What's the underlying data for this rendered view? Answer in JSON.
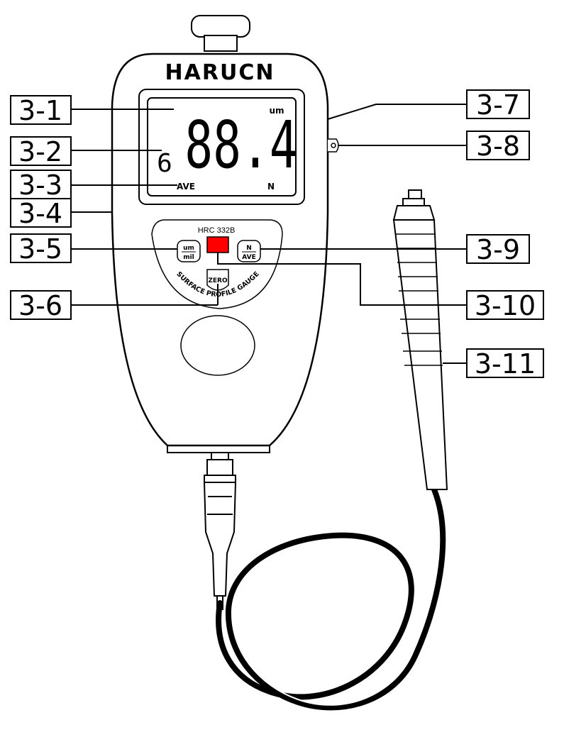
{
  "device": {
    "brand": "HARUCN",
    "model": "HRC 332B",
    "arc_label": "SURFACE PROFILE GAUGE"
  },
  "display": {
    "unit": "um",
    "reading": "88.4",
    "count": "6",
    "mode": "AVE",
    "n_indicator": "N"
  },
  "keys": {
    "unit_top": "um",
    "unit_bottom": "mil",
    "n_ave_top": "N",
    "n_ave_bottom": "AVE",
    "zero": "ZERO"
  },
  "callouts": [
    "3-1",
    "3-2",
    "3-3",
    "3-4",
    "3-5",
    "3-6",
    "3-7",
    "3-8",
    "3-9",
    "3-10",
    "3-11"
  ],
  "colors": {
    "power_key": "#ff0000",
    "line": "#000000"
  }
}
